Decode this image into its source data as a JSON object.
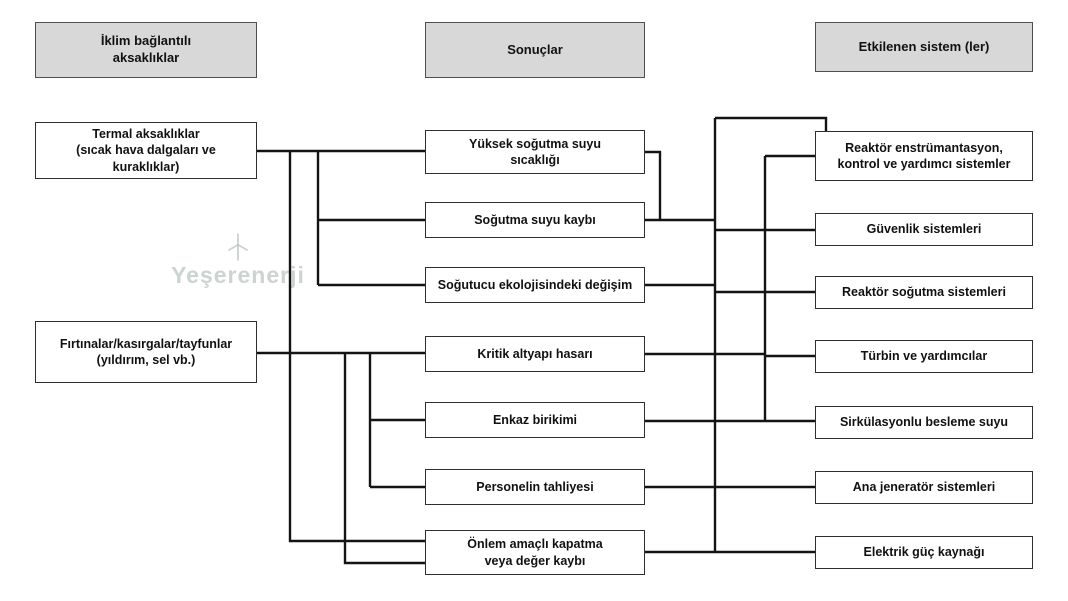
{
  "colors": {
    "header_fill": "#d8d8d8",
    "node_fill": "#ffffff",
    "node_border": "#2e2e2e",
    "line": "#141414"
  },
  "watermark": {
    "text": "Yeşerenerji"
  },
  "columns": {
    "disruptions": {
      "header": "İklim bağlantılı\naksaklıklar"
    },
    "consequences": {
      "header": "Sonuçlar"
    },
    "systems": {
      "header": "Etkilenen sistem (ler)"
    }
  },
  "disruptions": [
    {
      "id": "thermal",
      "label": "Termal aksaklıklar\n(sıcak hava dalgaları ve kuraklıklar)"
    },
    {
      "id": "storms",
      "label": "Fırtınalar/kasırgalar/tayfunlar\n(yıldırım, sel vb.)"
    }
  ],
  "consequences": [
    {
      "id": "high-cooling-water-temperature",
      "label": "Yüksek soğutma suyu\nsıcaklığı"
    },
    {
      "id": "cooling-water-loss",
      "label": "Soğutma suyu kaybı"
    },
    {
      "id": "coolant-ecology-change",
      "label": "Soğutucu ekolojisindeki değişim"
    },
    {
      "id": "critical-infrastructure-damage",
      "label": "Kritik altyapı hasarı"
    },
    {
      "id": "debris-accumulation",
      "label": "Enkaz birikimi"
    },
    {
      "id": "personnel-evacuation",
      "label": "Personelin tahliyesi"
    },
    {
      "id": "precautionary-shutdown",
      "label": "Önlem amaçlı kapatma\nveya değer kaybı"
    }
  ],
  "systems": [
    {
      "id": "reactor-instrumentation",
      "label": "Reaktör enstrümantasyon,\nkontrol ve yardımcı sistemler"
    },
    {
      "id": "safety-systems",
      "label": "Güvenlik sistemleri"
    },
    {
      "id": "reactor-cooling-systems",
      "label": "Reaktör soğutma sistemleri"
    },
    {
      "id": "turbine-auxiliaries",
      "label": "Türbin ve yardımcılar"
    },
    {
      "id": "circulating-feedwater",
      "label": "Sirkülasyonlu besleme suyu"
    },
    {
      "id": "main-generator-systems",
      "label": "Ana jeneratör sistemleri"
    },
    {
      "id": "electric-power-supply",
      "label": "Elektrik güç kaynağı"
    }
  ],
  "connections": [
    {
      "from": "thermal",
      "to": "high-cooling-water-temperature"
    },
    {
      "from": "thermal",
      "to": "cooling-water-loss"
    },
    {
      "from": "thermal",
      "to": "coolant-ecology-change"
    },
    {
      "from": "thermal",
      "to": "precautionary-shutdown"
    },
    {
      "from": "storms",
      "to": "critical-infrastructure-damage"
    },
    {
      "from": "storms",
      "to": "debris-accumulation"
    },
    {
      "from": "storms",
      "to": "personnel-evacuation"
    },
    {
      "from": "storms",
      "to": "precautionary-shutdown"
    },
    {
      "from": "high-cooling-water-temperature",
      "to": "reactor-instrumentation"
    },
    {
      "from": "cooling-water-loss",
      "to": "reactor-instrumentation"
    },
    {
      "from": "cooling-water-loss",
      "to": "safety-systems"
    },
    {
      "from": "coolant-ecology-change",
      "to": "reactor-cooling-systems"
    },
    {
      "from": "critical-infrastructure-damage",
      "to": "reactor-instrumentation"
    },
    {
      "from": "critical-infrastructure-damage",
      "to": "turbine-auxiliaries"
    },
    {
      "from": "debris-accumulation",
      "to": "circulating-feedwater"
    },
    {
      "from": "personnel-evacuation",
      "to": "main-generator-systems"
    },
    {
      "from": "precautionary-shutdown",
      "to": "electric-power-supply"
    }
  ]
}
